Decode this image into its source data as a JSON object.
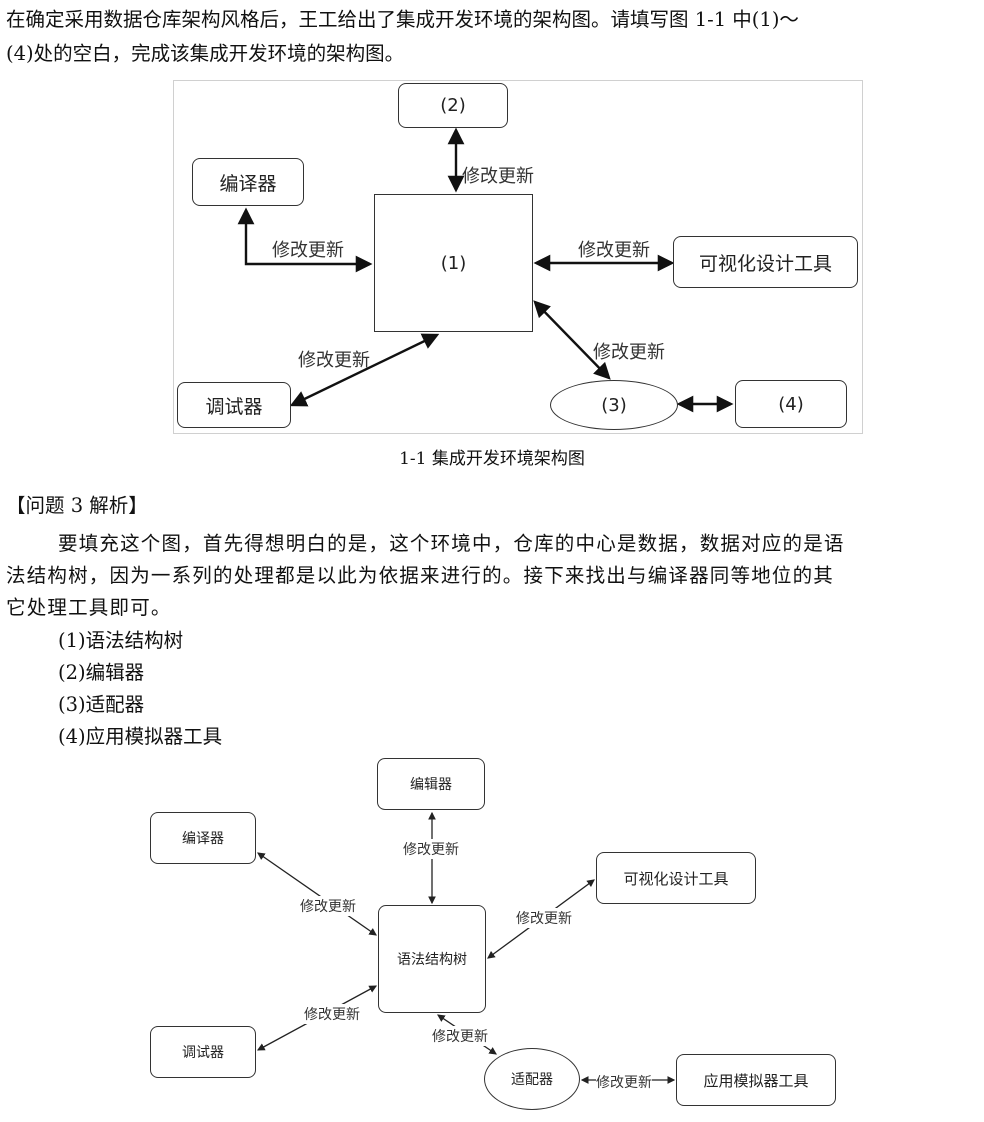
{
  "question": {
    "line1": "在确定采用数据仓库架构风格后，王工给出了集成开发环境的架构图。请填写图 1-1 中(1)～",
    "line2": "(4)处的空白，完成该集成开发环境的架构图。"
  },
  "diagram1": {
    "box_2": "(2)",
    "box_compiler": "编译器",
    "box_1": "(1)",
    "box_visual": "可视化设计工具",
    "box_debugger": "调试器",
    "ellipse_3": "(3)",
    "box_4": "(4)",
    "edge_label": "修改更新"
  },
  "caption": "1-1  集成开发环境架构图",
  "analysis": {
    "heading": "【问题 3 解析】",
    "para_line1": "要填充这个图，首先得想明白的是，这个环境中，仓库的中心是数据，数据对应的是语",
    "para_line2": "法结构树，因为一系列的处理都是以此为依据来进行的。接下来找出与编译器同等地位的其",
    "para_line3": "它处理工具即可。",
    "answers": [
      "(1)语法结构树",
      "(2)编辑器",
      "(3)适配器",
      "(4)应用模拟器工具"
    ]
  },
  "diagram2": {
    "box_editor": "编辑器",
    "box_compiler": "编译器",
    "box_center": "语法结构树",
    "box_visual": "可视化设计工具",
    "box_debugger": "调试器",
    "ellipse_adapter": "适配器",
    "box_simulator": "应用模拟器工具",
    "edge_label": "修改更新"
  }
}
